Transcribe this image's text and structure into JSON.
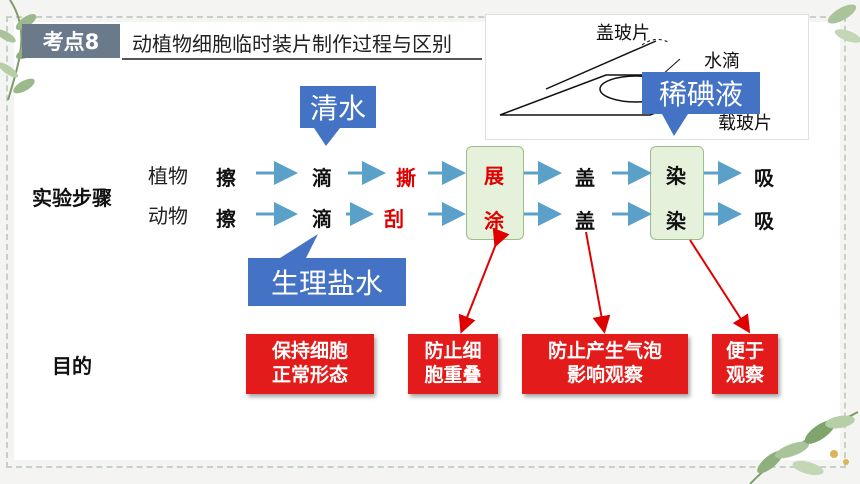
{
  "header": {
    "tag": "考点8",
    "title": "动植物细胞临时装片制作过程与区别"
  },
  "diagram": {
    "coverslip_label": "盖玻片",
    "water_label": "水滴",
    "slide_label": "载玻片"
  },
  "callouts": {
    "plant_reagent": "清水",
    "animal_reagent": "生理盐水",
    "stain_reagent": "稀碘液"
  },
  "labels": {
    "steps": "实验步骤",
    "purpose": "目的",
    "plant": "植物",
    "animal": "动物"
  },
  "plant_steps": [
    "擦",
    "滴",
    "撕",
    "展",
    "盖",
    "染",
    "吸"
  ],
  "animal_steps": [
    "擦",
    "滴",
    "刮",
    "涂",
    "盖",
    "染",
    "吸"
  ],
  "purposes": [
    {
      "line1": "保持细胞",
      "line2": "正常形态"
    },
    {
      "line1": "防止细",
      "line2": "胞重叠"
    },
    {
      "line1": "防止产生气泡",
      "line2": "影响观察"
    },
    {
      "line1": "便于",
      "line2": "观察"
    }
  ],
  "colors": {
    "callout": "#4472c4",
    "purpose_box": "#e31b1b",
    "arrow": "#5aa0c8",
    "highlight": "#e6f1dc"
  }
}
